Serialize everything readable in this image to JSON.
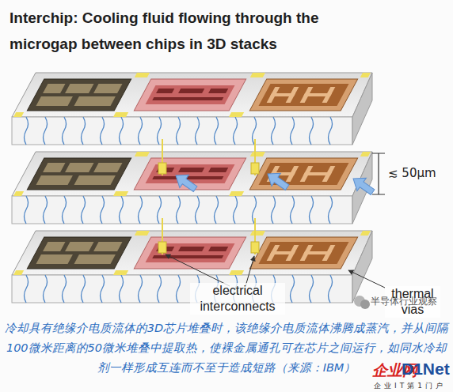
{
  "diagram": {
    "title": "Interchip: Cooling fluid flowing through the microgap between chips in 3D stacks",
    "caption": "冷却具有绝缘介电质流体的3D芯片堆叠时，该绝缘介电质流体沸腾成蒸汽，并从间隔100微米距离的50微米堆叠中提取热，使裸金属通孔可在芯片之间运行，如同水冷却剂一样形成互连而不至于造成短路（来源：IBM）",
    "labels": [
      "≲ 50μm",
      "electrical interconnects",
      "thermal vias",
      "半导体行业观察",
      "企业网",
      "D1Net",
      "企业IT第1门户"
    ]
  }
}
